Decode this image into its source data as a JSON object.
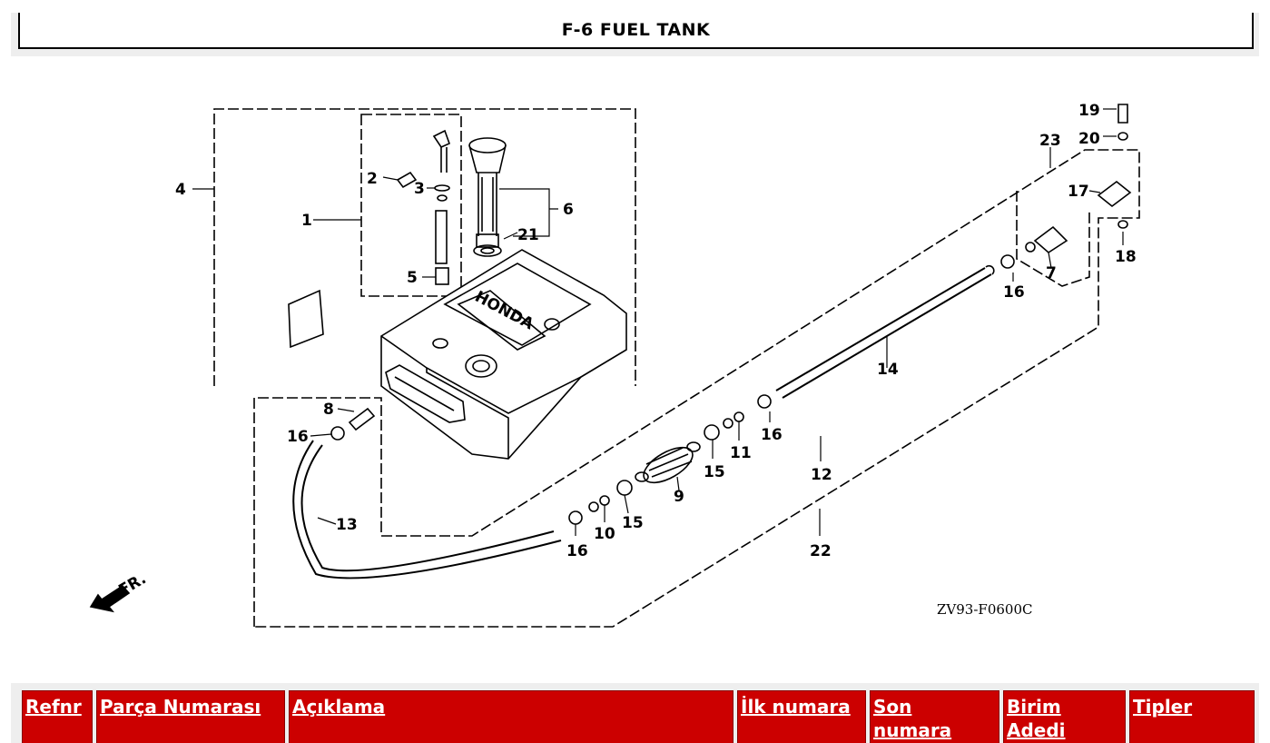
{
  "page": {
    "title": "F-6 FUEL TANK"
  },
  "diagram": {
    "labels": [
      "1",
      "2",
      "3",
      "4",
      "5",
      "6",
      "7",
      "8",
      "9",
      "10",
      "11",
      "12",
      "13",
      "14",
      "15",
      "15",
      "16",
      "16",
      "16",
      "16",
      "17",
      "18",
      "19",
      "20",
      "21",
      "22",
      "23"
    ],
    "code": "ZV93-F0600C",
    "brand": "HONDA",
    "direction": "FR."
  },
  "table": {
    "headers": [
      "Refnr",
      "Parça Numarası",
      "Açıklama",
      "İlk numara",
      "Son numara",
      "Birim Adedi",
      "Tipler"
    ]
  }
}
